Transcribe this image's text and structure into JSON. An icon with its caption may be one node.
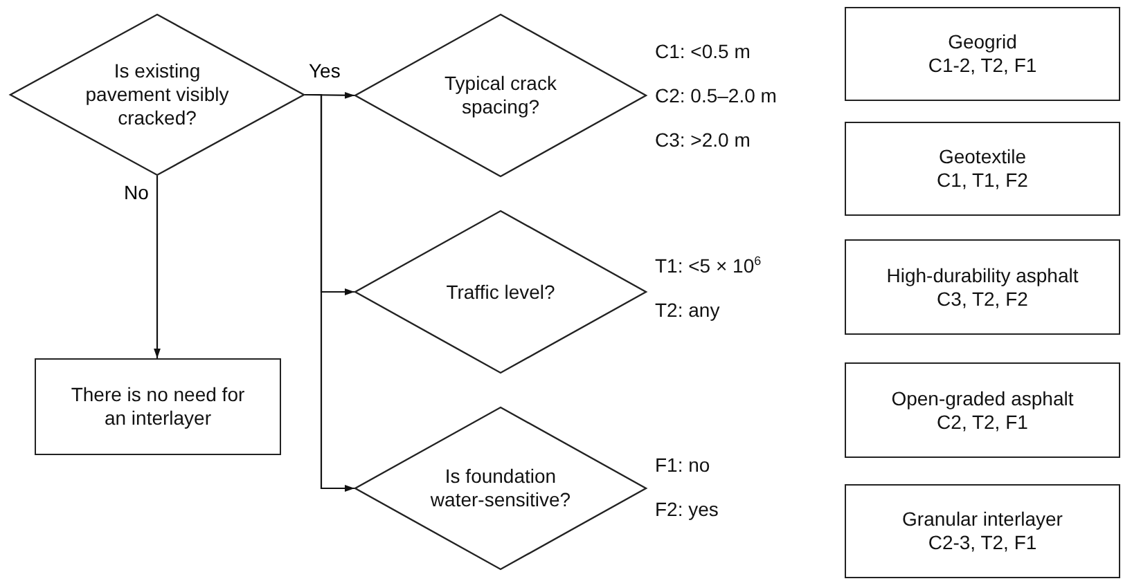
{
  "diagram": {
    "nodes": [
      {
        "text": [
          "Is existing pavement visibly cracked?"
        ]
      },
      {
        "text": [
          "Typical crack spacing?"
        ],
        "beside": [
          "C1: <0.5 m",
          "C2: 0.5–2.0 m",
          "C3: >2.0 m"
        ]
      },
      {
        "text": [
          "Traffic level?"
        ],
        "beside": [
          "T1: <5 × 10$^{6}$",
          "T2: any"
        ]
      },
      {
        "text": [
          "Is foundation water-sensitive?"
        ],
        "beside": [
          "F1: no",
          "F2: yes"
        ]
      },
      {
        "text": [
          "There is no need for an interlayer"
        ]
      },
      {
        "text": [
          "Geogrid",
          "C1-2, T2, F1"
        ]
      },
      {
        "text": [
          "Geotextile",
          "C1, T1, F2"
        ]
      },
      {
        "text": [
          "High-durability asphalt",
          "C3, T2, F2"
        ]
      },
      {
        "text": [
          "Open-graded asphalt",
          "C2, T2, F1"
        ]
      },
      {
        "text": [
          "Granular interlayer",
          "C2-3, T2, F1"
        ]
      }
    ],
    "edges": [
      {
        "from": 0,
        "to": 1,
        "arrow": "to",
        "label": "Yes"
      },
      {
        "from": 0,
        "to": 2,
        "arrow": "to"
      },
      {
        "from": 0,
        "to": 3,
        "arrow": "to"
      },
      {
        "from": 0,
        "to": 4,
        "arrow": "to",
        "label": "No"
      }
    ]
  }
}
